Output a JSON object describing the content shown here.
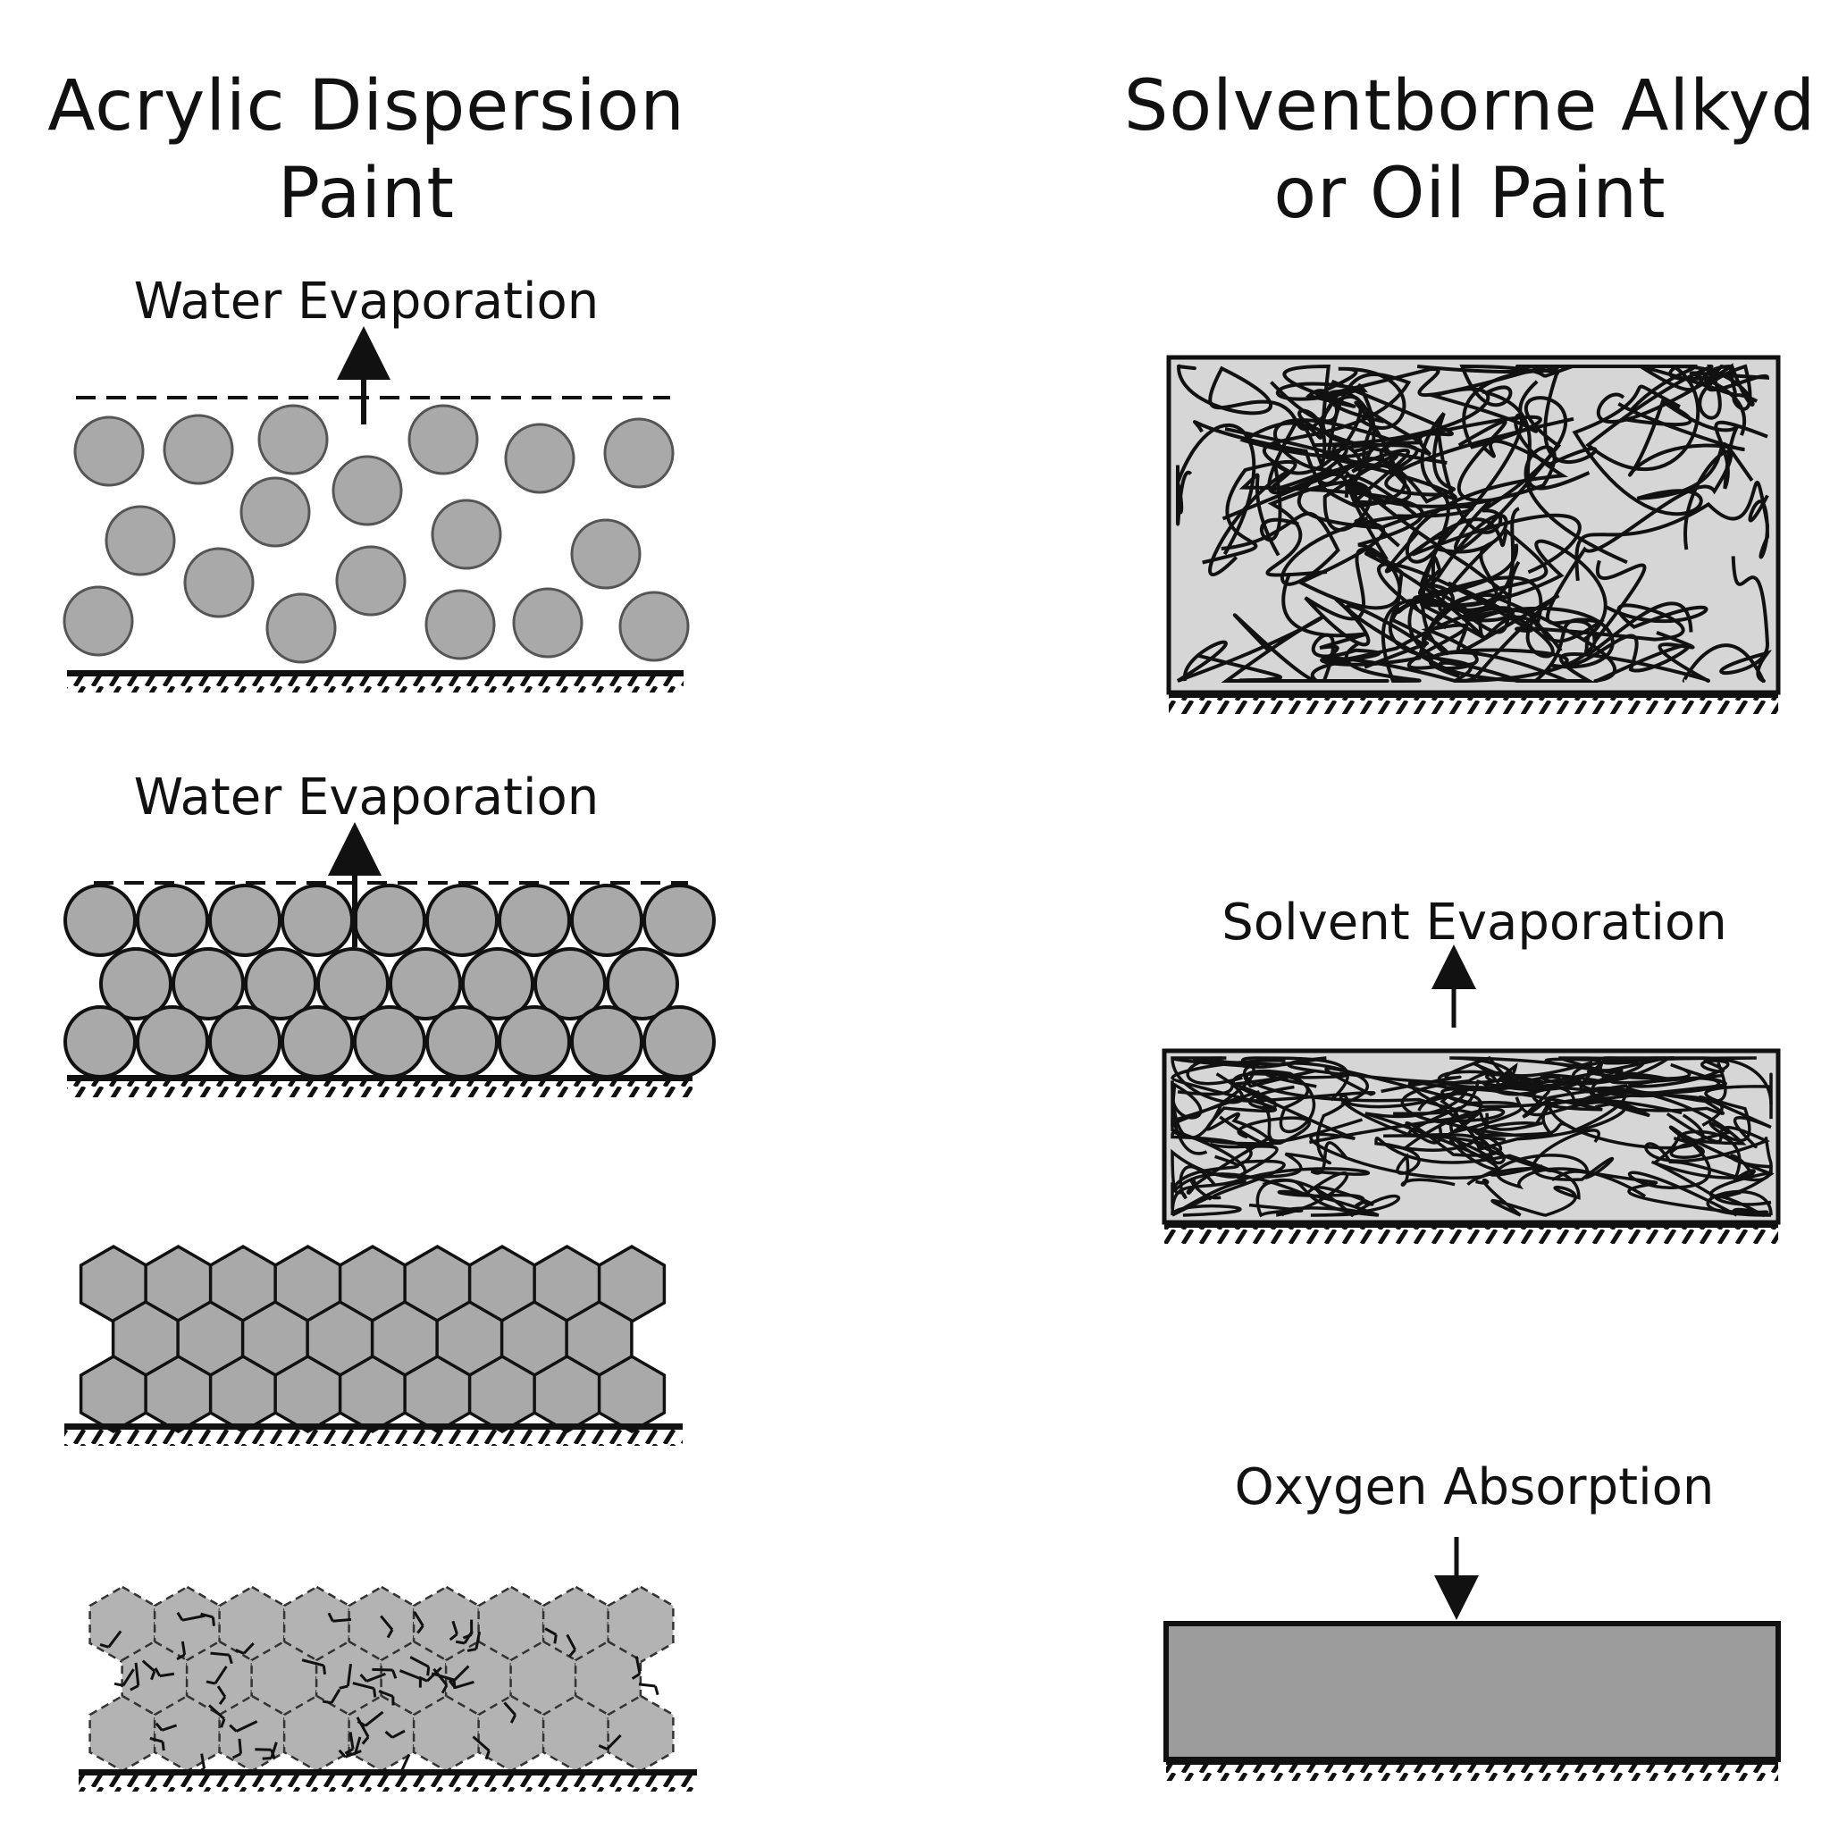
{
  "left_panel": {
    "title_line1": "Acrylic Dispersion",
    "title_line2": "Paint",
    "stage1_label": "Water Evaporation",
    "stage2_label": "Water Evaporation"
  },
  "right_panel": {
    "title_line1": "Solventborne Alkyd",
    "title_line2": "or Oil Paint",
    "stage2_label": "Solvent Evaporation",
    "stage3_label": "Oxygen Absorption"
  },
  "colors": {
    "particle_fill": "#a9a9a9",
    "film_fill_light": "#d6d6d6",
    "film_fill_dark": "#9c9c9c",
    "stroke": "#111111"
  }
}
